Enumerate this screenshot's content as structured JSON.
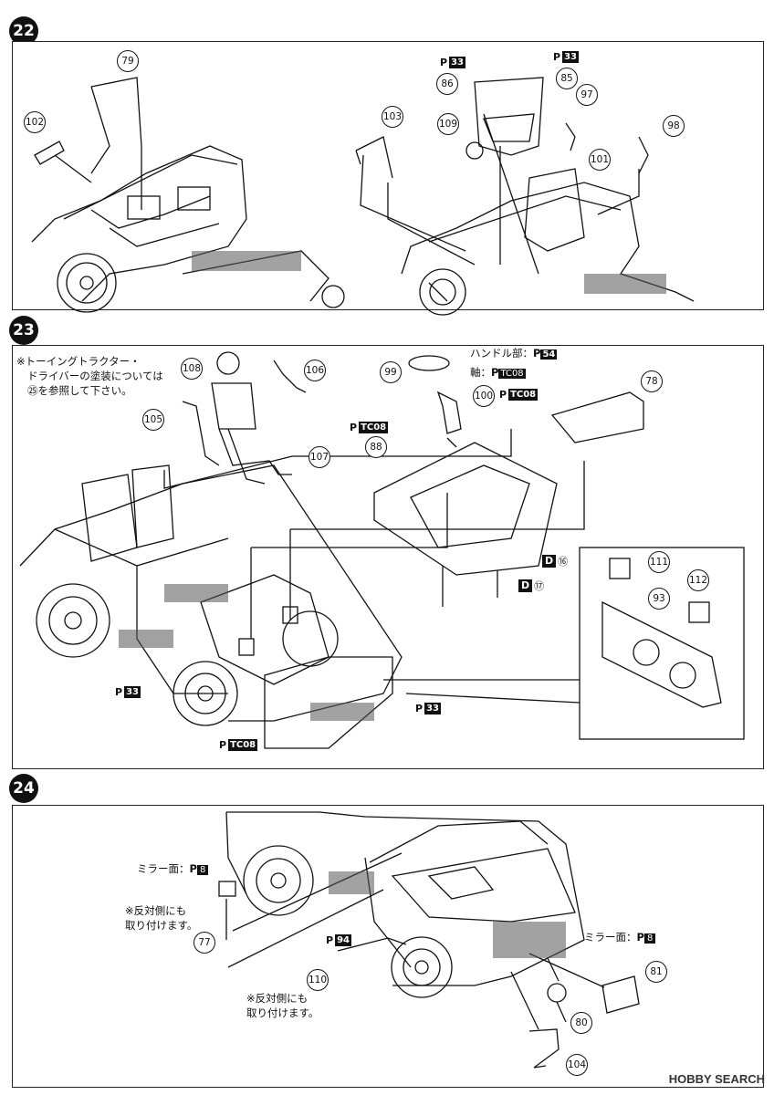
{
  "steps": [
    {
      "number": "22"
    },
    {
      "number": "23"
    },
    {
      "number": "24"
    }
  ],
  "step22": {
    "parts": {
      "p79": "79",
      "p102": "102",
      "p103": "103",
      "p109": "109",
      "p86": "86",
      "p85": "85",
      "p97": "97",
      "p98": "98",
      "p101": "101"
    },
    "refs": {
      "r1": "P",
      "r1b": "33",
      "r2": "P",
      "r2b": "33"
    }
  },
  "step23": {
    "note": [
      "※トーイングトラクター・",
      "ドライバーの塗装については",
      "㉕を参照して下さい。"
    ],
    "parts": {
      "p108": "108",
      "p106": "106",
      "p105": "105",
      "p107": "107",
      "p99": "99",
      "p100": "100",
      "p88": "88",
      "p78": "78",
      "p111": "111",
      "p112": "112",
      "p93": "93"
    },
    "handle_label": "ハンドル部：",
    "shaft_label": "軸：",
    "refs": {
      "handle_b": "54",
      "shaft_b": "TC08",
      "p100_b": "TC08",
      "p88_b": "TC08",
      "p33a_b": "33",
      "p33b_b": "33",
      "ptc_b": "TC08",
      "P": "P"
    },
    "decals": {
      "d16_box": "D",
      "d16_num": "⑯",
      "d17_box": "D",
      "d17_num": "⑰"
    }
  },
  "step24": {
    "mirror_label": "ミラー面：",
    "mirror_ref": "8",
    "note1": [
      "※反対側にも",
      "取り付けます。"
    ],
    "note2": [
      "※反対側にも",
      "取り付けます。"
    ],
    "parts": {
      "p77": "77",
      "p110": "110",
      "p80": "80",
      "p81": "81",
      "p104": "104"
    },
    "ref94": "94",
    "P": "P"
  },
  "watermark": "HOBBY SEARCH"
}
